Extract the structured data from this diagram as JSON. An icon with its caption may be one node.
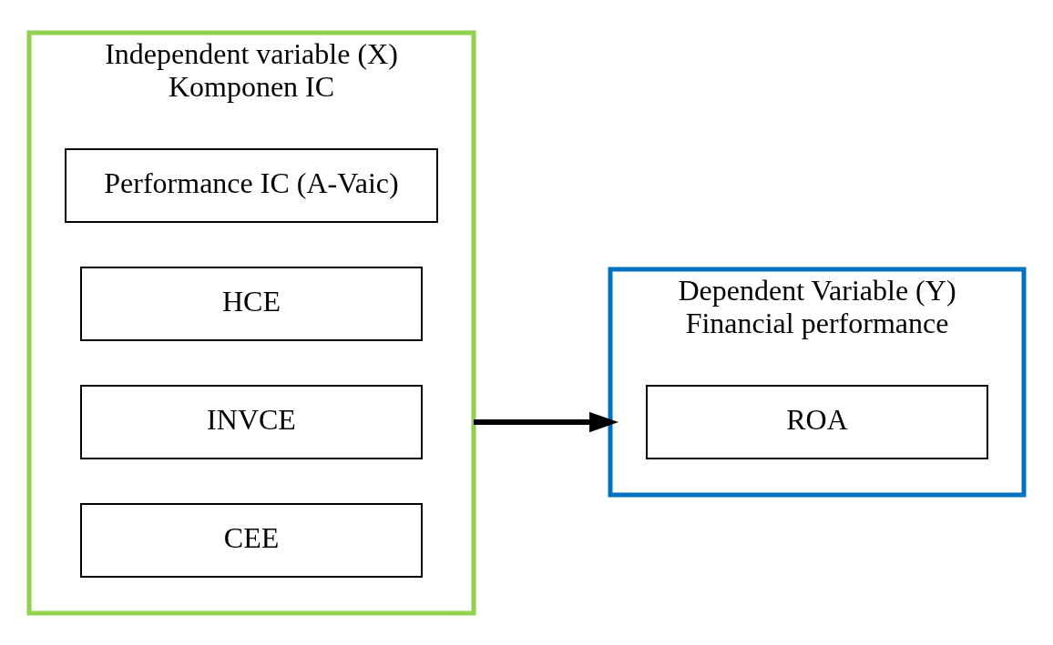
{
  "diagram": {
    "nodes": [
      {
        "text": [
          "Independent variable (X)",
          "Komponen IC"
        ]
      },
      {
        "text": [
          "Performance IC (A-Vaic)"
        ],
        "in": 0
      },
      {
        "text": [
          "HCE"
        ],
        "in": 0
      },
      {
        "text": [
          "INVCE"
        ],
        "in": 0
      },
      {
        "text": [
          "CEE"
        ],
        "in": 0
      },
      {
        "text": [
          "Dependent Variable (Y)",
          "Financial performance"
        ]
      },
      {
        "text": [
          "ROA"
        ],
        "in": 5
      }
    ],
    "edges": [
      {
        "from": 0,
        "to": 5,
        "arrow": "to"
      }
    ]
  }
}
